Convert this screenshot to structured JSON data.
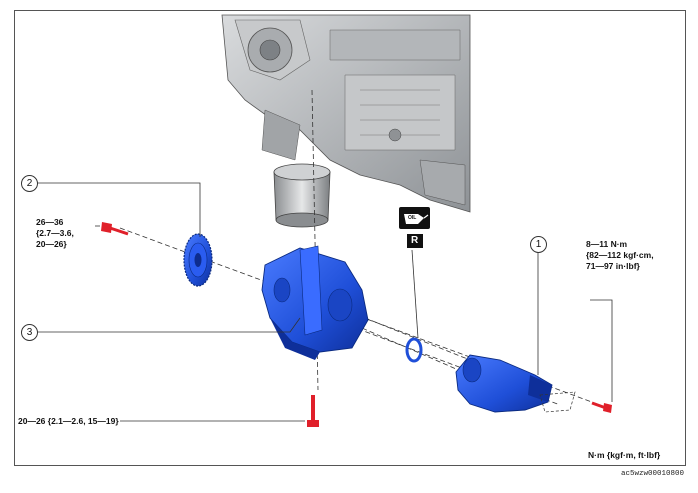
{
  "callouts": {
    "c1": "1",
    "c2": "2",
    "c3": "3"
  },
  "torque": {
    "bolt_2": "26—36\n{2.7—3.6,\n20—26}",
    "bolt_1": "8—11 N·m\n{82—112 kgf·cm,\n71—97 in·lbf}",
    "bolt_3": "20—26 {2.1—2.6, 15—19}"
  },
  "oil_icon_text": "OIL",
  "replace_icon_text": "R",
  "units_note": "N·m {kgf·m, ft·lbf}",
  "doc_id": "ac5wzw00010800",
  "colors": {
    "part_blue": "#1f4fd8",
    "bolt_red": "#e0202a",
    "engine_gray": "#b9bcbf",
    "line": "#333333"
  }
}
